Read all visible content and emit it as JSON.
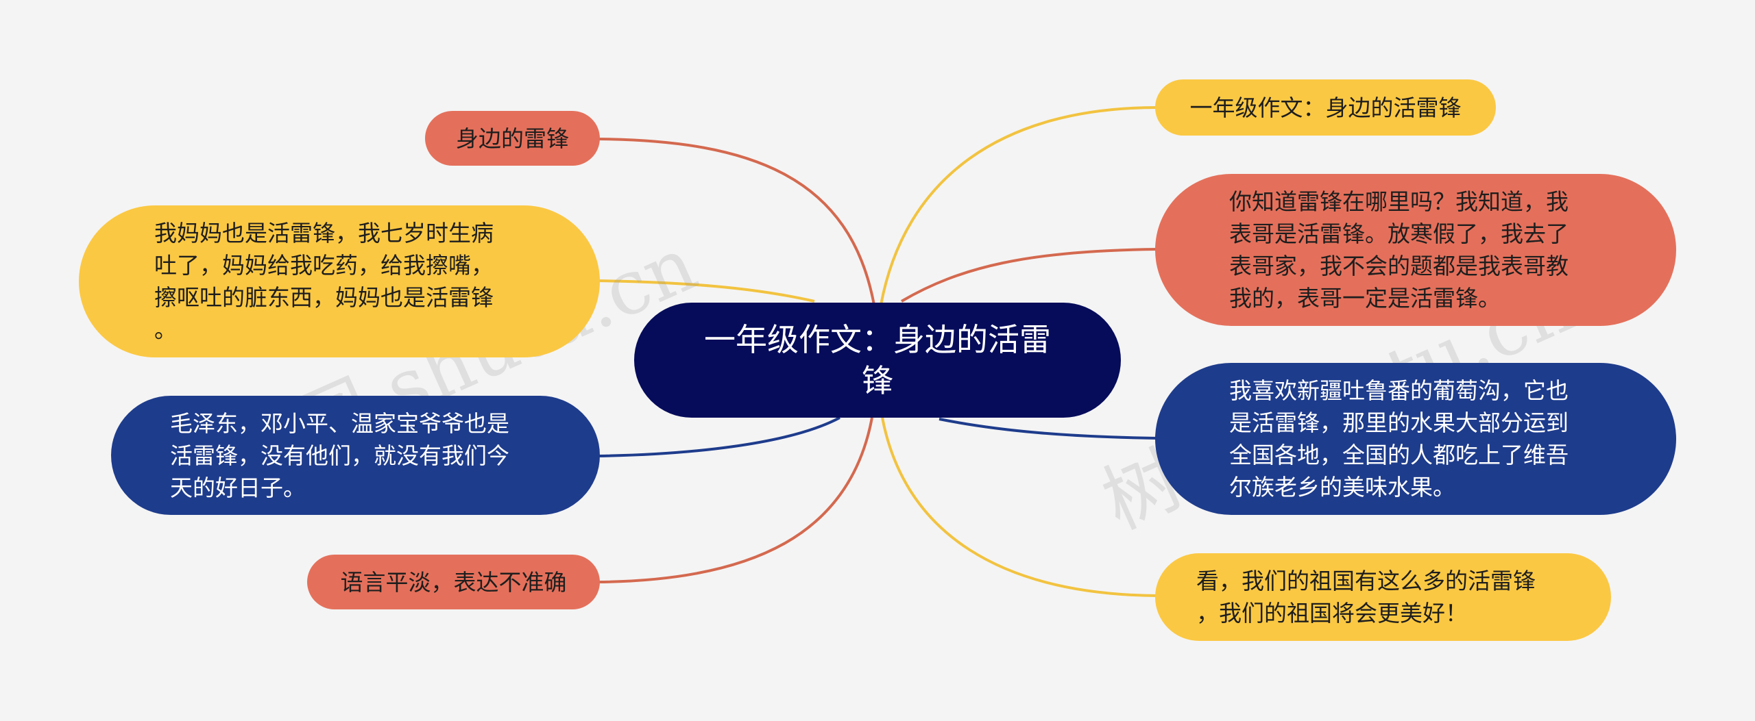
{
  "center": {
    "label": "一年级作文：身边的活雷\n锋"
  },
  "left_nodes": [
    {
      "label": "身边的雷锋",
      "color": "red"
    },
    {
      "label": "我妈妈也是活雷锋，我七岁时生病\n吐了，妈妈给我吃药，给我擦嘴，\n擦呕吐的脏东西，妈妈也是活雷锋\n。",
      "color": "yellow"
    },
    {
      "label": "毛泽东，邓小平、温家宝爷爷也是\n活雷锋，没有他们，就没有我们今\n天的好日子。",
      "color": "blue"
    },
    {
      "label": "语言平淡，表达不准确",
      "color": "red"
    }
  ],
  "right_nodes": [
    {
      "label": "一年级作文：身边的活雷锋",
      "color": "yellow"
    },
    {
      "label": "你知道雷锋在哪里吗？我知道，我\n表哥是活雷锋。放寒假了，我去了\n表哥家，我不会的题都是我表哥教\n我的，表哥一定是活雷锋。",
      "color": "red"
    },
    {
      "label": "我喜欢新疆吐鲁番的葡萄沟，它也\n是活雷锋，那里的水果大部分运到\n全国各地，全国的人都吃上了维吾\n尔族老乡的美味水果。",
      "color": "blue"
    },
    {
      "label": "看，我们的祖国有这么多的活雷锋\n，我们的祖国将会更美好！",
      "color": "yellow"
    }
  ],
  "watermarks": [
    "树图 shutu.cn",
    "树图 shutu.cn"
  ],
  "colors": {
    "yellow": "#fbc843",
    "red": "#e4705b",
    "blue": "#1e3c8c",
    "center": "#060c5a",
    "background": "#f4f4f4"
  }
}
